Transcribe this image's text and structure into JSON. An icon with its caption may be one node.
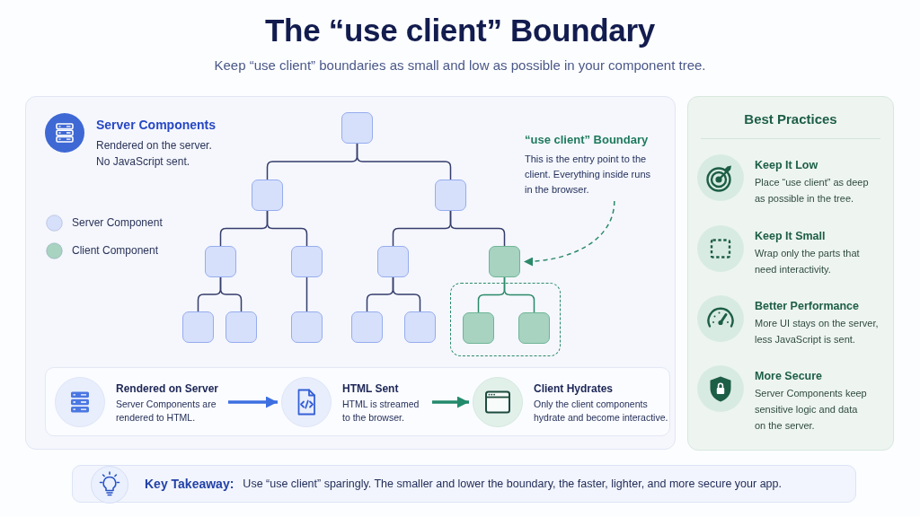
{
  "diagram": {
    "title": "The “use client” Boundary",
    "nodes": [
      {
        "text": [
          "Server Components",
          "Rendered on the server. No JavaScript sent."
        ]
      },
      {
        "text": [],
        "shape": "box"
      },
      {
        "text": [],
        "shape": "box"
      },
      {
        "text": [],
        "shape": "box"
      },
      {
        "text": [],
        "shape": "box"
      },
      {
        "text": [],
        "shape": "box"
      },
      {
        "text": [],
        "shape": "box"
      },
      {
        "text": [],
        "shape": "box"
      },
      {
        "text": [],
        "shape": "box"
      },
      {
        "text": [],
        "shape": "box"
      },
      {
        "text": [],
        "shape": "box"
      },
      {
        "text": [],
        "shape": "box"
      },
      {
        "text": [],
        "shape": "box"
      },
      {
        "text": [],
        "shape": "box"
      },
      {
        "text": [],
        "shape": "box",
        "in": 8
      },
      {
        "text": [],
        "shape": "box",
        "in": 8
      },
      {
        "text": [
          "“use client” Boundary",
          "This is the entry point to the client. Everything inside runs in the browser."
        ]
      },
      {
        "text": [
          "Rendered on Server",
          "Server Components are rendered to HTML."
        ]
      },
      {
        "text": [
          "HTML Sent",
          "HTML is streamed to the browser."
        ]
      },
      {
        "text": [
          "Client Hydrates",
          "Only the client components hydrate and become interactive."
        ]
      },
      {
        "text": [
          "Best Practices"
        ]
      },
      {
        "text": [
          "Keep It Low",
          "Place “use client” as deep as possible in the tree."
        ],
        "in": 20
      },
      {
        "text": [
          "Keep It Small",
          "Wrap only the parts that need interactivity."
        ],
        "in": 20
      },
      {
        "text": [
          "Better Performance",
          "More UI stays on the server, less JavaScript is sent."
        ],
        "in": 20
      },
      {
        "text": [
          "More Secure",
          "Server Components keep sensitive logic and data on the server."
        ],
        "in": 20
      },
      {
        "text": [
          "Key Takeaway:",
          "Use “use client” sparingly. The smaller and lower the boundary, the faster, lighter, and more secure your app."
        ]
      }
    ],
    "edges": [
      {
        "from": 1,
        "to": 2,
        "arrow": "none"
      },
      {
        "from": 1,
        "to": 3,
        "arrow": "none"
      },
      {
        "from": 2,
        "to": 4,
        "arrow": "none"
      },
      {
        "from": 2,
        "to": 5,
        "arrow": "none"
      },
      {
        "from": 3,
        "to": 6,
        "arrow": "none"
      },
      {
        "from": 3,
        "to": 7,
        "arrow": "none"
      },
      {
        "from": 4,
        "to": 9,
        "arrow": "none"
      },
      {
        "from": 4,
        "to": 10,
        "arrow": "none"
      },
      {
        "from": 5,
        "to": 11,
        "arrow": "none"
      },
      {
        "from": 6,
        "to": 12,
        "arrow": "none"
      },
      {
        "from": 6,
        "to": 13,
        "arrow": "none"
      },
      {
        "from": 7,
        "to": 14,
        "arrow": "none",
        "color": "#2b8a68"
      },
      {
        "from": 7,
        "to": 15,
        "arrow": "none",
        "color": "#2b8a68"
      },
      {
        "from": 16,
        "to": 7,
        "arrow": "to",
        "style": "dashed",
        "color": "#2b8a68"
      },
      {
        "from": 17,
        "to": 18,
        "arrow": "to",
        "style": "thick",
        "color": "#3d6fe0"
      },
      {
        "from": 18,
        "to": 19,
        "arrow": "to",
        "style": "thick",
        "color": "#238a6c"
      }
    ],
    "labels": [
      "Keep “use client” boundaries as small and low as possible in your component tree."
    ],
    "legend": [
      {
        "text": "Server Component",
        "color": "#d6e0fb"
      },
      {
        "text": "Client Component",
        "color": "#a7d3c0"
      }
    ]
  }
}
